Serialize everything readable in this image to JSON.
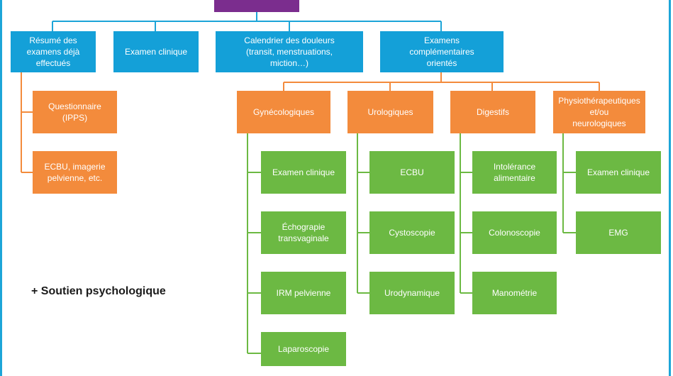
{
  "colors": {
    "top": "#7b2d8e",
    "level1": "#14a0d8",
    "level2": "#f38b3c",
    "level3": "#6cb943",
    "frame": "#1da5d8",
    "connector_blue": "#1da5d8",
    "connector_orange": "#f38b3c",
    "connector_green": "#6cb943"
  },
  "level1": {
    "resume": "Résumé des\nexamens déjà\neffectués",
    "examen_clinique": "Examen clinique",
    "calendrier": "Calendrier des douleurs\n(transit, menstruations,\nmiction…)",
    "examens_complementaires": "Examens\ncomplémentaires\norientés"
  },
  "resume_children": {
    "questionnaire": "Questionnaire\n(IPPS)",
    "ecbu_imagerie": "ECBU, imagerie\npelvienne, etc."
  },
  "categories": {
    "gynecologiques": "Gynécologiques",
    "urologiques": "Urologiques",
    "digestifs": "Digestifs",
    "physio": "Physiothérapeutiques\net/ou\nneurologiques"
  },
  "gyneco_items": [
    "Examen clinique",
    "Échograpie\ntransvaginale",
    "IRM pelvienne",
    "Laparoscopie"
  ],
  "uro_items": [
    "ECBU",
    "Cystoscopie",
    "Urodynamique"
  ],
  "digestif_items": [
    "Intolérance\nalimentaire",
    "Colonoscopie",
    "Manométrie"
  ],
  "physio_items": [
    "Examen clinique",
    "EMG"
  ],
  "note": "+ Soutien psychologique"
}
